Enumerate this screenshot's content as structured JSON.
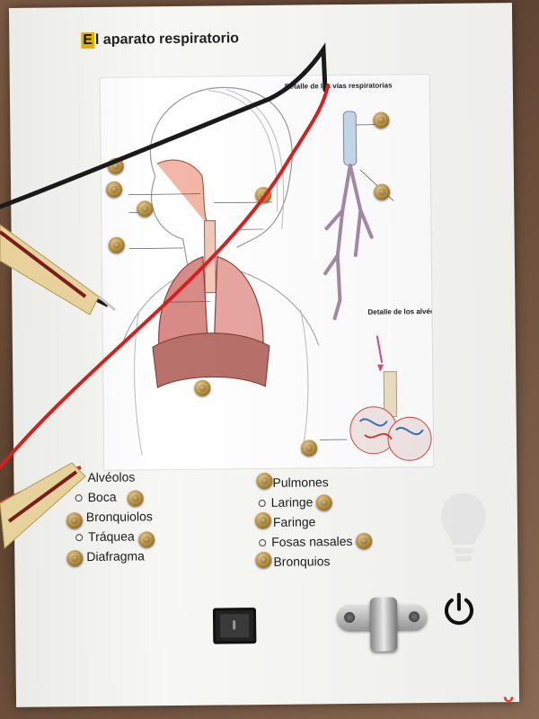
{
  "sheet": {
    "title_initial": "E",
    "title_rest": "l aparato respiratorio"
  },
  "poster": {
    "detail_airways": "Detalle de las vías respiratorias",
    "detail_alveoli": "Detalle de los alvéolos"
  },
  "left_list": [
    {
      "label": "Alvéolos",
      "connector": "none"
    },
    {
      "label": "Boca",
      "connector": "ring"
    },
    {
      "label": "Bronquiolos",
      "connector": "rivet"
    },
    {
      "label": "Tráquea",
      "connector": "ring"
    },
    {
      "label": "Diafragma",
      "connector": "rivet"
    }
  ],
  "right_list": [
    {
      "label": "Pulmones",
      "connector": "rivet"
    },
    {
      "label": "Laringe",
      "connector": "ring"
    },
    {
      "label": "Faringe",
      "connector": "rivet"
    },
    {
      "label": "Fosas nasales",
      "connector": "ring"
    },
    {
      "label": "Bronquios",
      "connector": "rivet"
    }
  ],
  "controls": {
    "power_icon": "power-icon",
    "bulb_icon": "lightbulb-icon",
    "switch_icon": "rocker-switch"
  },
  "colors": {
    "wire_red": "#d62020",
    "wire_black": "#1a1a1a",
    "brass": "#b48a3a",
    "title_badge": "#e8b400"
  }
}
